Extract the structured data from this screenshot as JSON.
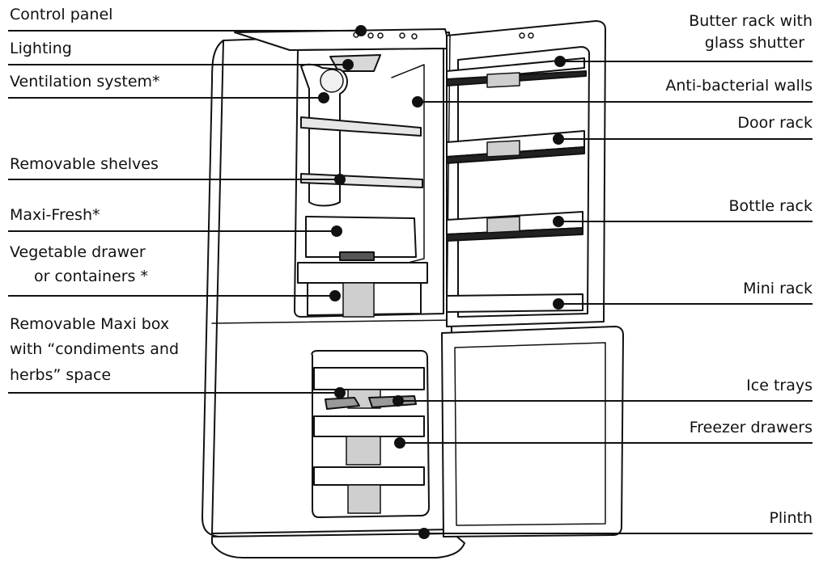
{
  "left_labels": [
    {
      "text": "Control panel"
    },
    {
      "text": "Lighting"
    },
    {
      "text": "Ventilation system*"
    },
    {
      "text": "Removable shelves"
    },
    {
      "text": "Maxi-Fresh*"
    },
    {
      "text": "Vegetable drawer"
    },
    {
      "text": "or containers *"
    },
    {
      "text": "Removable Maxi box"
    },
    {
      "text": "with “condiments and"
    },
    {
      "text": "herbs” space"
    }
  ],
  "right_labels": [
    {
      "text": "Butter rack with"
    },
    {
      "text": "glass shutter"
    },
    {
      "text": "Anti-bacterial walls"
    },
    {
      "text": "Door rack"
    },
    {
      "text": "Bottle rack"
    },
    {
      "text": "Mini rack"
    },
    {
      "text": "Ice trays"
    },
    {
      "text": "Freezer drawers"
    },
    {
      "text": "Plinth"
    }
  ],
  "colors": {
    "line": "#111111",
    "fill": "#ffffff",
    "shade": "#d8d8d8"
  }
}
